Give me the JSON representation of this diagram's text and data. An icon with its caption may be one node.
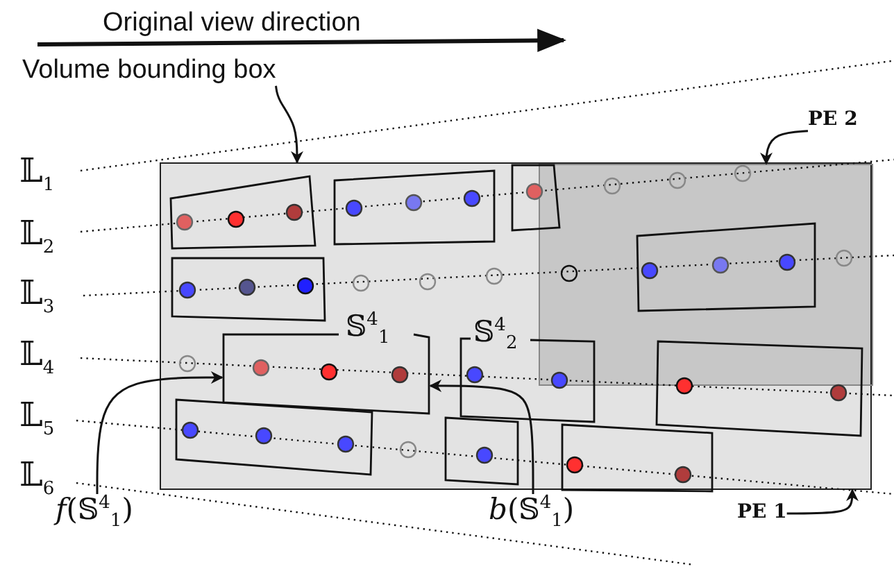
{
  "diagram": {
    "nodes": [
      {
        "text": [
          "Volume bounding box"
        ]
      },
      {
        "text": [],
        "shape": "box"
      },
      {
        "text": [],
        "shape": "box",
        "in": 1
      },
      {
        "text": [],
        "shape": "box",
        "in": 1
      },
      {
        "text": [],
        "shape": "box",
        "in": 1
      },
      {
        "text": [],
        "shape": "box",
        "in": 1
      },
      {
        "text": [],
        "shape": "box",
        "in": 2
      },
      {
        "text": [],
        "shape": "box",
        "in": 1
      },
      {
        "text": [
          "𝕊$^{4}$$_{1}$"
        ],
        "in": 1
      },
      {
        "text": [
          "𝕊$^{4}$$_{2}$"
        ],
        "in": 1
      },
      {
        "text": [],
        "shape": "box",
        "in": 1
      },
      {
        "text": [],
        "shape": "box",
        "in": 1
      },
      {
        "text": [],
        "shape": "box",
        "in": 1
      },
      {
        "text": [],
        "shape": "box",
        "in": 1
      },
      {
        "text": [
          "PE 2"
        ]
      },
      {
        "text": [
          "PE 1"
        ]
      },
      {
        "text": [
          "*f*(𝕊$^{4}$$_{1}$)"
        ]
      },
      {
        "text": [
          "*b*(𝕊$^{4}$$_{1}$)"
        ]
      }
    ],
    "edges": [
      {
        "from": 0,
        "to": 1,
        "arrow": "to"
      },
      {
        "from": 14,
        "to": 2,
        "arrow": "to"
      },
      {
        "from": 15,
        "to": 1,
        "arrow": "to"
      },
      {
        "from": 16,
        "to": 8,
        "arrow": "to"
      },
      {
        "from": 17,
        "to": 8,
        "arrow": "to"
      }
    ],
    "labels": [
      "Original view direction",
      "𝕃$_{1}$",
      "𝕃$_{2}$",
      "𝕃$_{3}$",
      "𝕃$_{4}$",
      "𝕃$_{5}$",
      "𝕃$_{6}$"
    ]
  }
}
